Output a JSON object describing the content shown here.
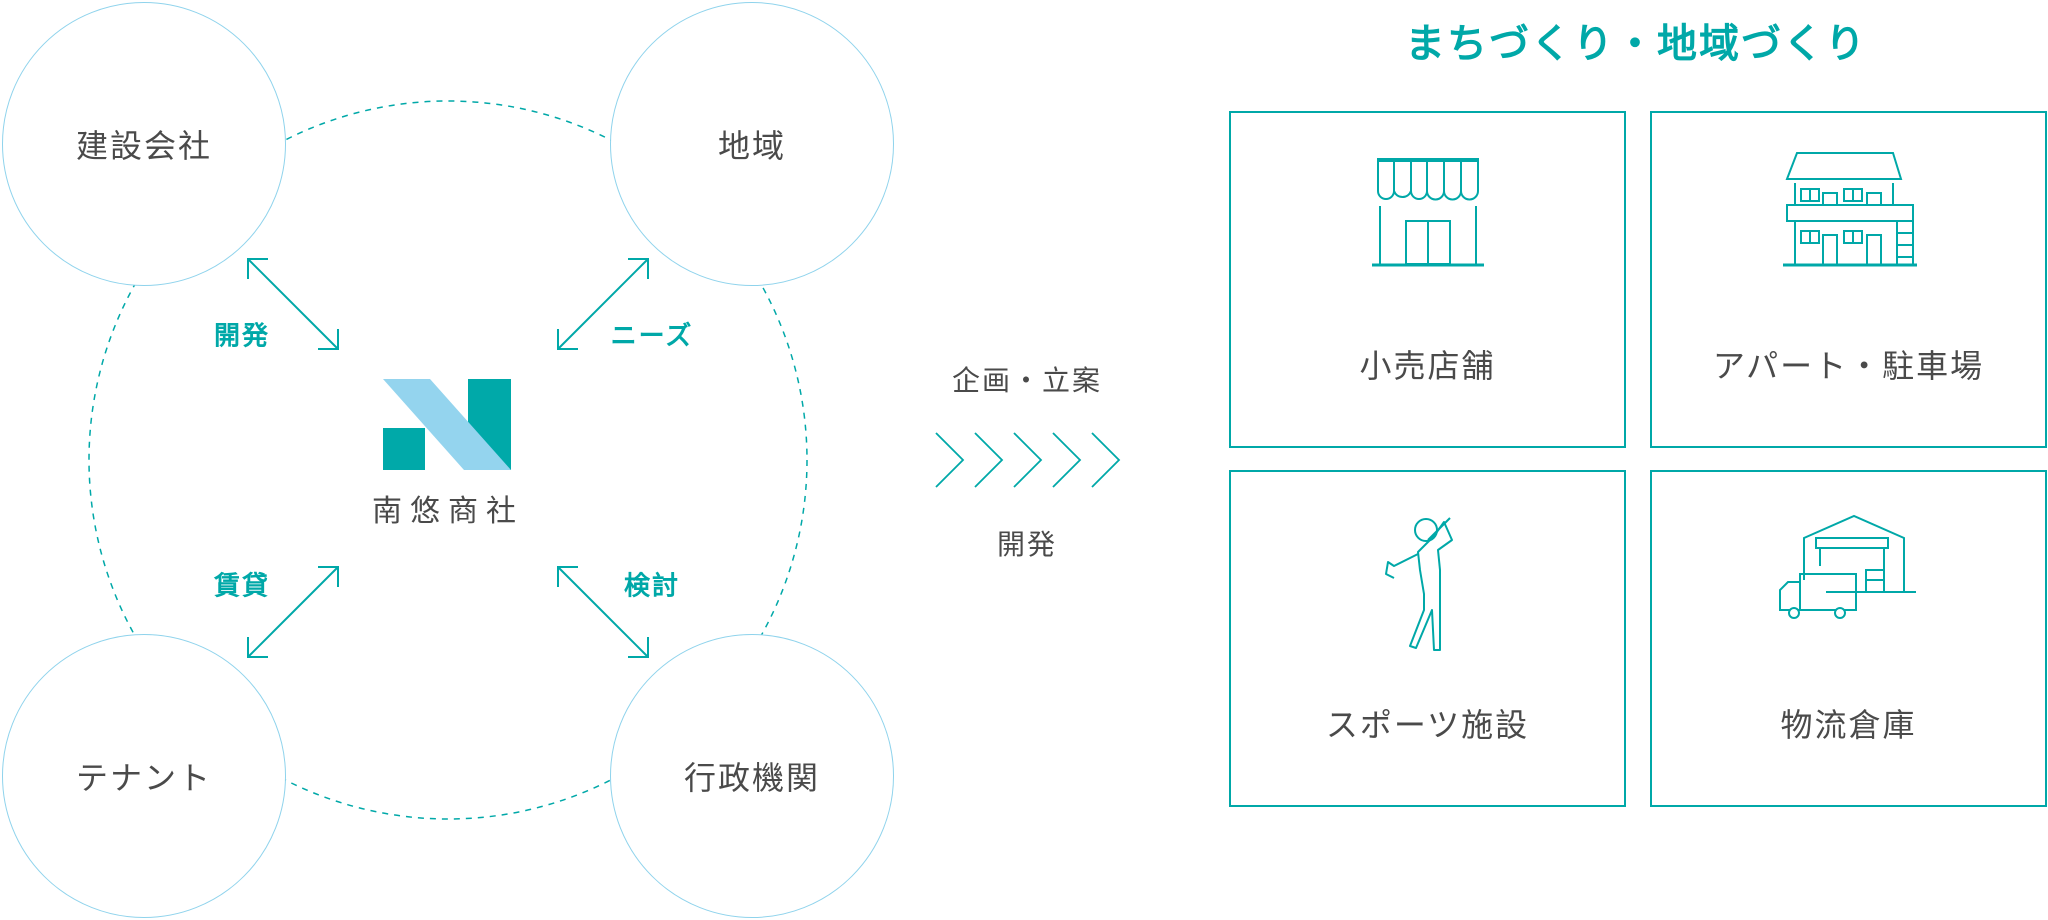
{
  "colors": {
    "teal": "#00a8a8",
    "light_blue": "#8fd3ec",
    "logo_light": "#94d4ee",
    "text": "#4a4a4a"
  },
  "hub": {
    "brand": "南悠商社",
    "nodes": [
      "建設会社",
      "地域",
      "テナント",
      "行政機関"
    ],
    "relations": [
      "開発",
      "ニーズ",
      "賃貸",
      "検討"
    ]
  },
  "flow": {
    "top": "企画・立案",
    "bottom": "開発"
  },
  "outcome": {
    "title": "まちづくり・地域づくり",
    "items": [
      {
        "label": "小売店舗",
        "icon": "store-icon"
      },
      {
        "label": "アパート・駐車場",
        "icon": "apartment-icon"
      },
      {
        "label": "スポーツ施設",
        "icon": "golfer-icon"
      },
      {
        "label": "物流倉庫",
        "icon": "warehouse-icon"
      }
    ]
  }
}
